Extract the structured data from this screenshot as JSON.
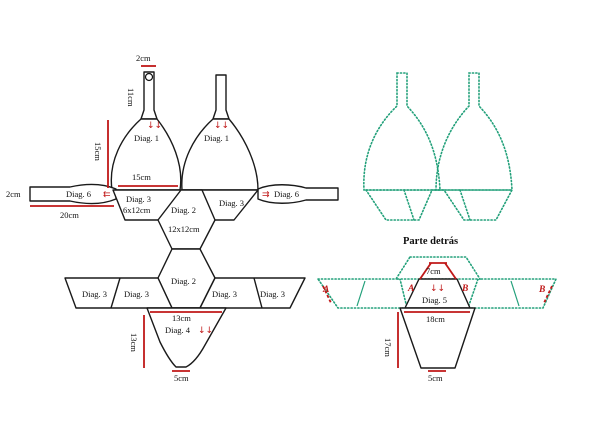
{
  "diagram": {
    "labels": {
      "diag1": "Diag. 1",
      "diag2": "Diag. 2",
      "diag3": "Diag. 3",
      "diag4": "Diag. 4",
      "diag5": "Diag. 5",
      "diag6": "Diag. 6"
    },
    "dimensions": {
      "strap_width": "2cm",
      "strap_length": "11cm",
      "cup_height": "15cm",
      "cup_base": "15cm",
      "side_width": "2cm",
      "side_length": "20cm",
      "diag3_size": "6x12cm",
      "diag2_size": "12x12cm",
      "bottom_top": "13cm",
      "bottom_height": "13cm",
      "bottom_base": "5cm",
      "back_top": "7cm",
      "back_mid": "18cm",
      "back_height": "17cm",
      "back_base": "5cm"
    },
    "back_title": "Parte detrás",
    "markers": {
      "a": "A",
      "b": "B"
    },
    "colors": {
      "front_outline": "#1a1a1a",
      "back_outline": "#22a07a",
      "measure": "#c01818"
    }
  }
}
